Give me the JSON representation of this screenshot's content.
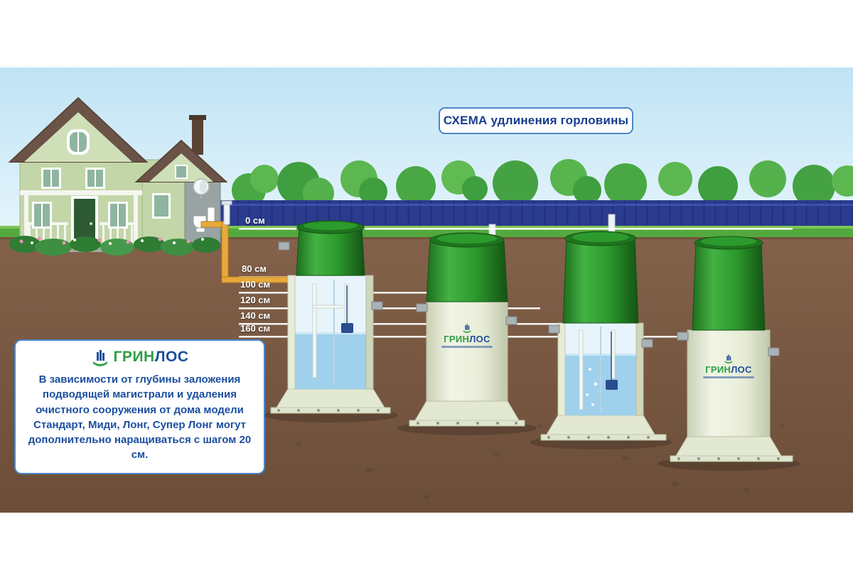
{
  "banner": {
    "bold": "СХЕМА",
    "rest": "удлинения горловины"
  },
  "depths": [
    {
      "label": "0 см"
    },
    {
      "label": "80 см"
    },
    {
      "label": "100 см"
    },
    {
      "label": "120 см"
    },
    {
      "label": "140 см"
    },
    {
      "label": "160 см"
    }
  ],
  "info": {
    "logo_green": "ГРИН",
    "logo_blue": "ЛОС",
    "text": "В зависимости от глубины заложения подводящей магистрали и удаления очистного сооружения от дома модели Стандарт, Миди, Лонг, Супер Лонг могут дополнительно наращиваться с шагом 20 см."
  },
  "tank_logo": {
    "green": "ГРИН",
    "blue": "ЛОС"
  },
  "icons": {
    "brand": "greenlos-leaf-buildings-icon",
    "satellite": "satellite-dish-icon",
    "toilet": "toilet-icon"
  },
  "colors": {
    "sky": "#cdeaf6",
    "ground": "#7b5a42",
    "fence": "#2b3b8e",
    "grass": "#53a93e",
    "tank_green": "#2c9a2c",
    "tank_body": "#ecf0dc",
    "pipe_yellow": "#e8a93c",
    "accent_blue": "#1b4f9c",
    "banner_border": "#4a86c8"
  }
}
